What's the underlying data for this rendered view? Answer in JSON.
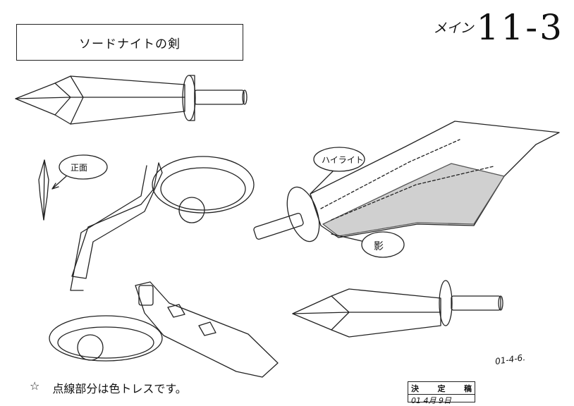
{
  "header": {
    "title": "ソードナイトの剣",
    "sheet_prefix": "メイン",
    "sheet_number": "11-3"
  },
  "annotations": {
    "front_view": "正面",
    "highlight": "ハイライト",
    "shadow": "影"
  },
  "note": {
    "mark": "☆",
    "text": "点線部分は色トレスです。"
  },
  "signature": "01-4-6.",
  "stamp": {
    "title_chars": [
      "決",
      "定",
      "稿"
    ],
    "date": "01 4月 9日"
  },
  "colors": {
    "ink": "#222222",
    "paper": "#ffffff",
    "shade": "#555555"
  }
}
